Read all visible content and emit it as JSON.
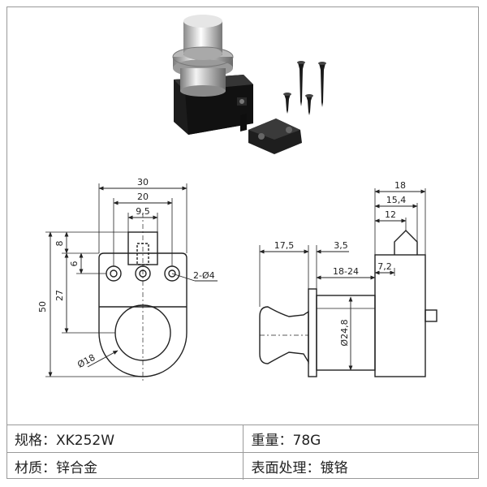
{
  "dimensions": {
    "front": {
      "width_total": "30",
      "width_mid": "20",
      "width_top": "9,5",
      "height_total": "50",
      "height_upper": "27",
      "height_top": "8",
      "offset_small": "6",
      "holes": "2-Ø4",
      "ring_diameter": "Ø18"
    },
    "side": {
      "length_head": "17,5",
      "gap": "3,5",
      "range": "18-24",
      "body_diameter": "Ø24,8",
      "depth_18": "18",
      "depth_15_4": "15,4",
      "depth_12": "12",
      "depth_7_2": "7,2"
    }
  },
  "specs": {
    "model_label": "规格：",
    "model_value": "XK252W",
    "weight_label": "重量：",
    "weight_value": "78G",
    "material_label": "材质：",
    "material_value": "锌合金",
    "finish_label": "表面处理：",
    "finish_value": "镀铬"
  },
  "colors": {
    "line": "#222222",
    "chrome": "#c8c8c8",
    "housing": "#1c1c1c"
  }
}
